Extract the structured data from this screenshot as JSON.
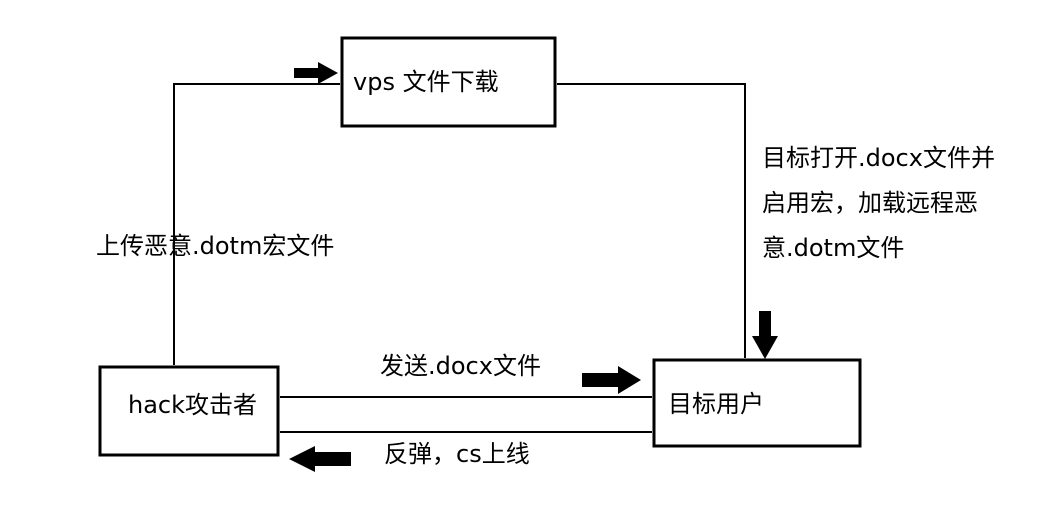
{
  "nodes": {
    "vps": "vps 文件下载",
    "attacker": "hack攻击者",
    "target": "目标用户"
  },
  "edges": {
    "upload": "上传恶意.dotm宏文件",
    "open_lines": [
      "目标打开.docx文件并",
      "启用宏，加载远程恶",
      "意.dotm文件"
    ],
    "send": "发送.docx文件",
    "callback": "反弹，cs上线"
  },
  "colors": {
    "stroke": "#000000",
    "background": "#ffffff"
  }
}
